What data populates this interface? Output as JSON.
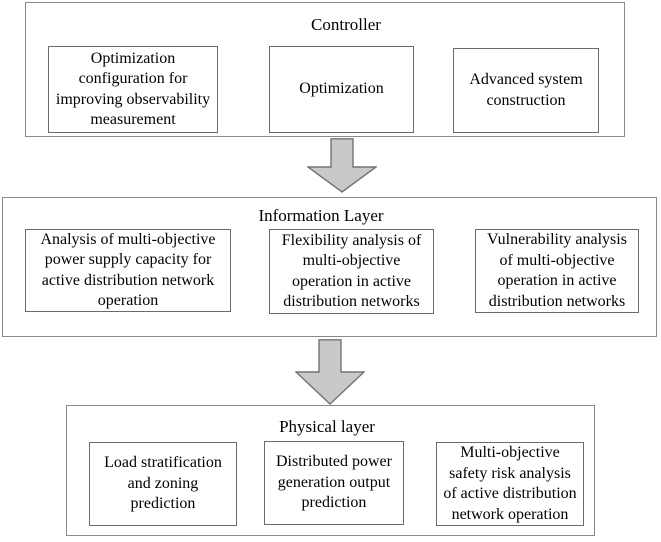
{
  "colors": {
    "background": "#ffffff",
    "text": "#000000",
    "container_border": "#8a8a8a",
    "box_border": "#6b6b6b",
    "arrow_fill": "#c9c9c9",
    "arrow_stroke": "#737373"
  },
  "layers": [
    {
      "id": "controller",
      "title": "Controller",
      "boxes": [
        {
          "text": "Optimization\nconfiguration for\nimproving observability\nmeasurement"
        },
        {
          "text": "Optimization"
        },
        {
          "text": "Advanced system\nconstruction"
        }
      ]
    },
    {
      "id": "information",
      "title": "Information Layer",
      "boxes": [
        {
          "text": "Analysis of multi-objective\npower supply capacity for\nactive distribution network\noperation"
        },
        {
          "text": "Flexibility analysis of\nmulti-objective\noperation in active\ndistribution networks"
        },
        {
          "text": "Vulnerability analysis\nof multi-objective\noperation in active\ndistribution networks"
        }
      ]
    },
    {
      "id": "physical",
      "title": "Physical layer",
      "boxes": [
        {
          "text": "Load stratification\nand zoning\nprediction"
        },
        {
          "text": "Distributed power\ngeneration output\nprediction"
        },
        {
          "text": "Multi-objective\nsafety risk analysis\nof active distribution\nnetwork operation"
        }
      ]
    }
  ]
}
